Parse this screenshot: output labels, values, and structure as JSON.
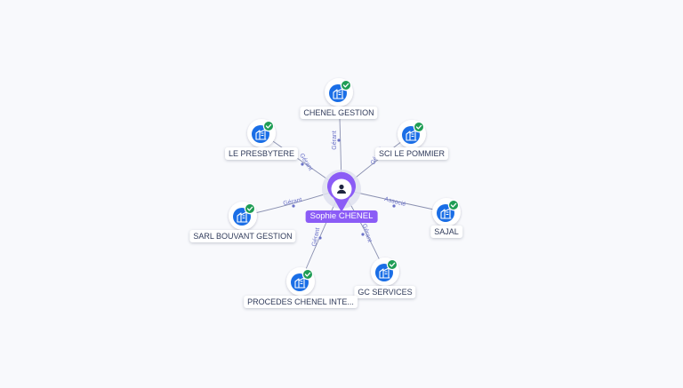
{
  "graph": {
    "center": {
      "name": "Sophie CHENEL",
      "icon": "person-icon",
      "color": "#8b5cf6"
    },
    "companies": [
      {
        "id": "chenel-gestion",
        "label": "CHENEL GESTION",
        "relation": "Gérant",
        "icon": "company-icon",
        "verified": true
      },
      {
        "id": "sci-le-pommier",
        "label": "SCI LE POMMIER",
        "relation": "Gérant",
        "icon": "company-icon",
        "verified": true
      },
      {
        "id": "sajal",
        "label": "SAJAL",
        "relation": "Associé",
        "icon": "company-icon",
        "verified": true
      },
      {
        "id": "gc-services",
        "label": "GC SERVICES",
        "relation": "Gérant",
        "icon": "company-icon",
        "verified": true
      },
      {
        "id": "procedes-chenel",
        "label": "PROCEDES CHENEL INTE...",
        "relation": "Gérant",
        "icon": "company-icon",
        "verified": true
      },
      {
        "id": "sarl-bouvant-gestion",
        "label": "SARL BOUVANT GESTION",
        "relation": "Gérant",
        "icon": "company-icon",
        "verified": true
      },
      {
        "id": "le-presbytere",
        "label": "LE PRESBYTERE",
        "relation": "Gérant",
        "icon": "company-icon",
        "verified": true
      }
    ],
    "colors": {
      "company_icon": "#1a6ee6",
      "check_badge": "#1f9d55",
      "edge": "#8a90b0",
      "edge_label": "#6b72c8"
    }
  }
}
